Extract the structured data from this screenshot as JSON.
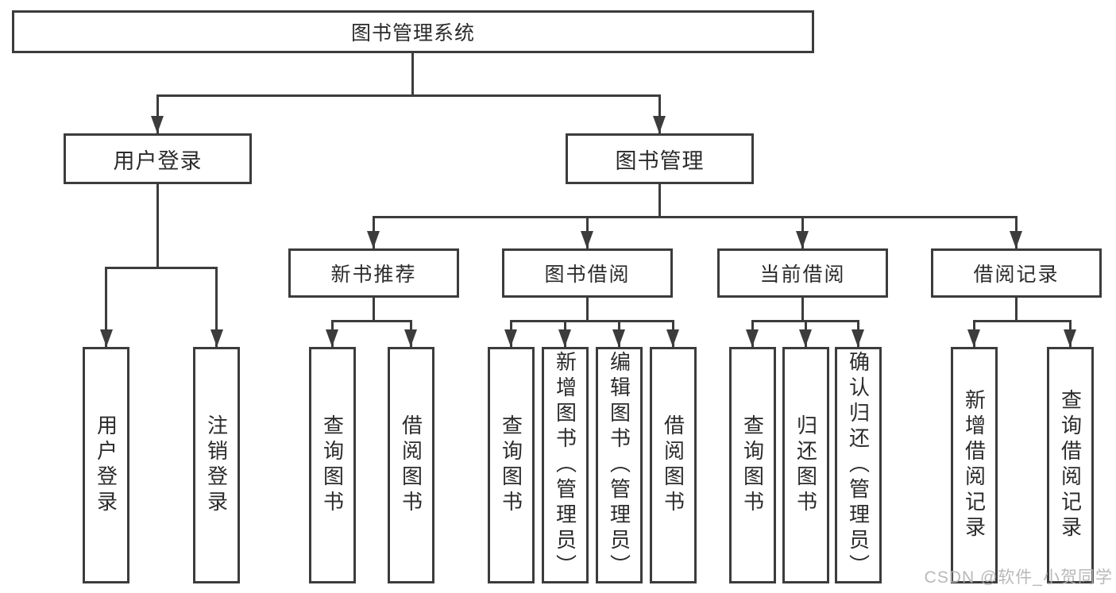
{
  "diagram": {
    "type": "hierarchy-tree",
    "title": "图书管理系统",
    "colors": {
      "line": "#3c3c3c",
      "text": "#2b2b2b",
      "background": "#ffffff",
      "watermark": "#b3b3b3"
    },
    "nodes": {
      "root": "图书管理系统",
      "user_login": "用户登录",
      "book_mgmt": "图书管理",
      "new_book_rec": "新书推荐",
      "book_borrow": "图书借阅",
      "current_borrow": "当前借阅",
      "borrow_record": "借阅记录",
      "ul_login": "用户登录",
      "ul_logout": "注销登录",
      "nb_query": "查询图书",
      "nb_borrow": "借阅图书",
      "bb_query": "查询图书",
      "bb_add": "新增图书（管理员）",
      "bb_edit": "编辑图书（管理员）",
      "bb_borrow": "借阅图书",
      "cb_query": "查询图书",
      "cb_return": "归还图书",
      "cb_confirm": "确认归还（管理员）",
      "br_add": "新增借阅记录",
      "br_query": "查询借阅记录"
    },
    "hierarchy": {
      "图书管理系统": {
        "用户登录": [
          "用户登录",
          "注销登录"
        ],
        "图书管理": {
          "新书推荐": [
            "查询图书",
            "借阅图书"
          ],
          "图书借阅": [
            "查询图书",
            "新增图书（管理员）",
            "编辑图书（管理员）",
            "借阅图书"
          ],
          "当前借阅": [
            "查询图书",
            "归还图书",
            "确认归还（管理员）"
          ],
          "借阅记录": [
            "新增借阅记录",
            "查询借阅记录"
          ]
        }
      }
    },
    "watermark": "CSDN @软件_小贺同学"
  }
}
